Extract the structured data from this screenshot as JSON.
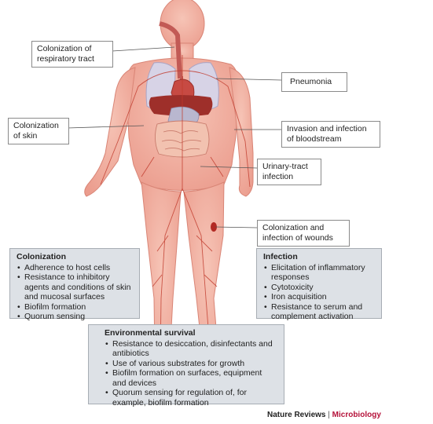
{
  "callouts": {
    "respiratory": [
      "Colonization of",
      "respiratory tract"
    ],
    "skin": [
      "Colonization",
      "of skin"
    ],
    "pneumonia": [
      "Pneumonia"
    ],
    "bloodstream": [
      "Invasion and infection",
      "of bloodstream"
    ],
    "urinary": [
      "Urinary-tract",
      "infection"
    ],
    "wounds": [
      "Colonization and",
      "infection of wounds"
    ]
  },
  "panels": {
    "colonization": {
      "title": "Colonization",
      "items": [
        "Adherence to host cells",
        "Resistance to inhibitory agents and conditions of skin and mucosal surfaces",
        "Biofilm formation",
        "Quorum sensing"
      ]
    },
    "infection": {
      "title": "Infection",
      "items": [
        "Elicitation of inflammatory responses",
        "Cytotoxicity",
        "Iron acquisition",
        "Resistance to serum and complement activation"
      ]
    },
    "environmental": {
      "title": "Environmental survival",
      "items": [
        "Resistance to desiccation, disinfectants and antibiotics",
        "Use of various substrates for growth",
        "Biofilm formation on surfaces, equipment and devices",
        "Quorum sensing for regulation of, for example, biofilm formation"
      ]
    }
  },
  "credit": {
    "publisher": "Nature Reviews",
    "separator": "|",
    "journal": "Microbiology"
  },
  "colors": {
    "skin": "#f0aa9c",
    "skin_outline": "#d98576",
    "vessel": "#c0392b",
    "lung": "#d7d3e6",
    "liver": "#9e2f2a",
    "intestine": "#f2c2b0",
    "panel_bg": "#dde1e6",
    "journal": "#b5123a"
  }
}
